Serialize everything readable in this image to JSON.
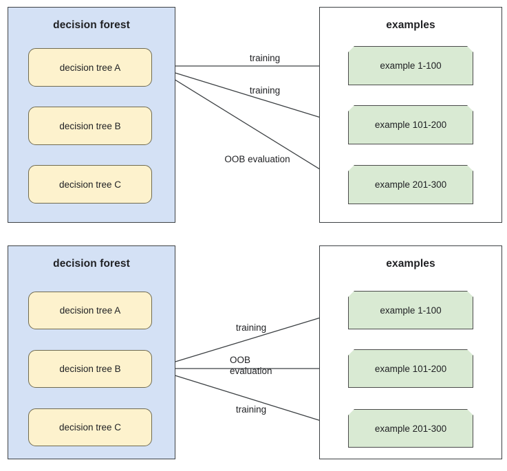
{
  "meta": {
    "diagram_type": "out-of-bag (OOB) evaluation illustration",
    "colors": {
      "forest_panel_fill": "#d4e1f5",
      "forest_panel_border": "#3c4043",
      "examples_panel_fill": "#ffffff",
      "examples_panel_border": "#3c4043",
      "tree_node_fill": "#fdf2cd",
      "tree_node_border": "#6f6a4f",
      "example_node_fill": "#d9ead3",
      "example_node_border": "#4a4a4a",
      "edge_stroke": "#3c4043",
      "text": "#202124"
    }
  },
  "diagrams": [
    {
      "id": "top",
      "forest": {
        "title": "decision forest",
        "trees": [
          {
            "label": "decision tree A",
            "highlighted": true
          },
          {
            "label": "decision tree B",
            "highlighted": false
          },
          {
            "label": "decision tree C",
            "highlighted": false
          }
        ]
      },
      "examples": {
        "title": "examples",
        "items": [
          {
            "label": "example 1-100"
          },
          {
            "label": "example 101-200"
          },
          {
            "label": "example 201-300"
          }
        ]
      },
      "edges": [
        {
          "from": "decision tree A",
          "to": "example 1-100",
          "label": "training"
        },
        {
          "from": "decision tree A",
          "to": "example 101-200",
          "label": "training"
        },
        {
          "from": "decision tree A",
          "to": "example 201-300",
          "label": "OOB evaluation"
        }
      ]
    },
    {
      "id": "bottom",
      "forest": {
        "title": "decision forest",
        "trees": [
          {
            "label": "decision tree A",
            "highlighted": false
          },
          {
            "label": "decision tree B",
            "highlighted": true
          },
          {
            "label": "decision tree C",
            "highlighted": false
          }
        ]
      },
      "examples": {
        "title": "examples",
        "items": [
          {
            "label": "example 1-100"
          },
          {
            "label": "example 101-200"
          },
          {
            "label": "example 201-300"
          }
        ]
      },
      "edges": [
        {
          "from": "decision tree B",
          "to": "example 1-100",
          "label": "training"
        },
        {
          "from": "decision tree B",
          "to": "example 101-200",
          "label": "OOB\nevaluation"
        },
        {
          "from": "decision tree B",
          "to": "example 201-300",
          "label": "training"
        }
      ]
    }
  ]
}
